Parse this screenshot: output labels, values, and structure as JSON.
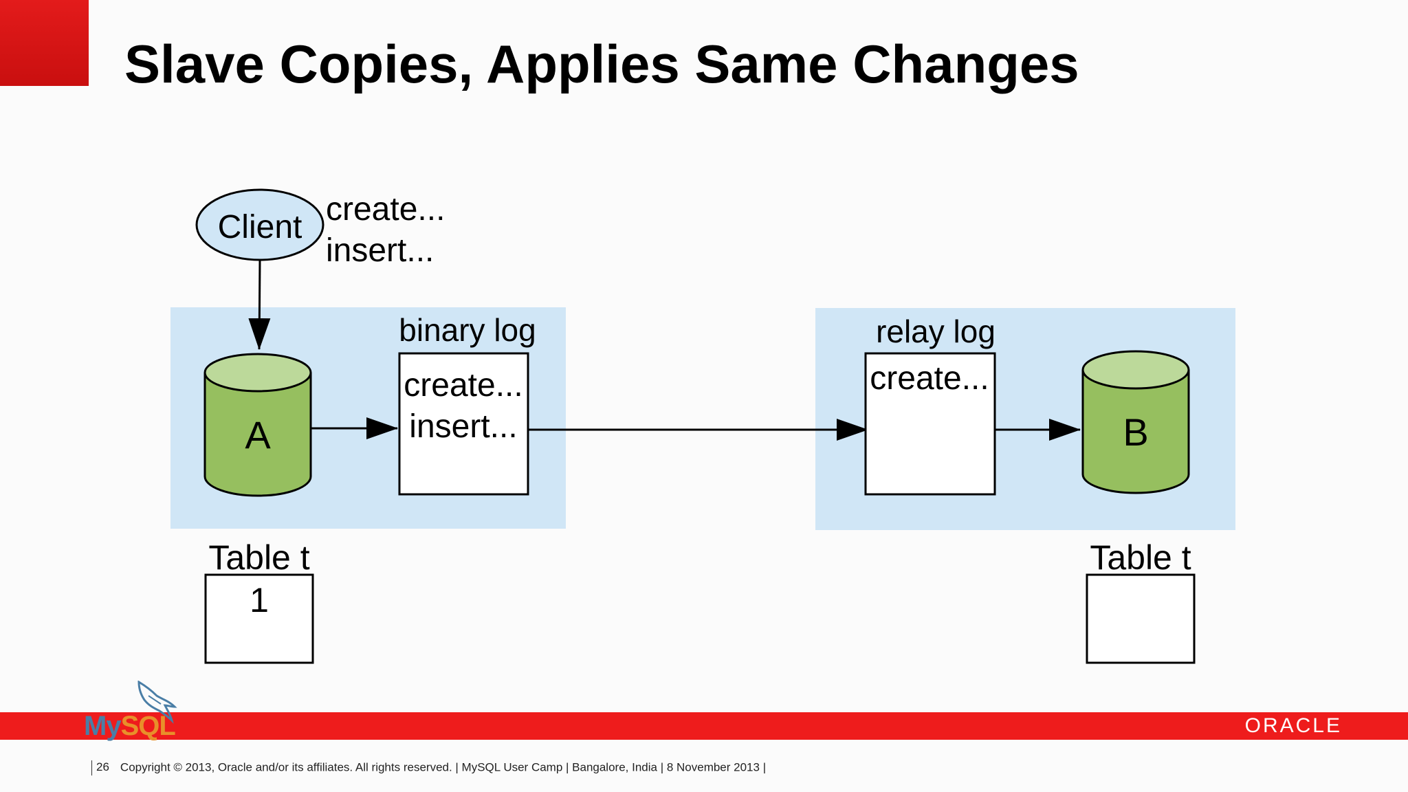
{
  "slide": {
    "title": "Slave Copies, Applies Same Changes",
    "page_number": "26",
    "footer": "Copyright © 2013, Oracle and/or its affiliates. All rights reserved. |  MySQL User Camp | Bangalore, India | 8 November 2013 |"
  },
  "brand": {
    "oracle": "ORACLE",
    "mysql_my": "My",
    "mysql_sql": "SQL",
    "accent_red": "#ee1c1c",
    "panel_blue": "#d0e6f6",
    "db_green": "#96bf5f"
  },
  "diagram": {
    "client": {
      "label": "Client",
      "cmd1": "create...",
      "cmd2": "insert..."
    },
    "master": {
      "db_label": "A",
      "log_title": "binary log",
      "log_line1": "create...",
      "log_line2": "insert...",
      "table_label": "Table t",
      "table_value": "1"
    },
    "slave": {
      "db_label": "B",
      "log_title": "relay log",
      "log_line1": "create...",
      "table_label": "Table t",
      "table_value": ""
    }
  }
}
